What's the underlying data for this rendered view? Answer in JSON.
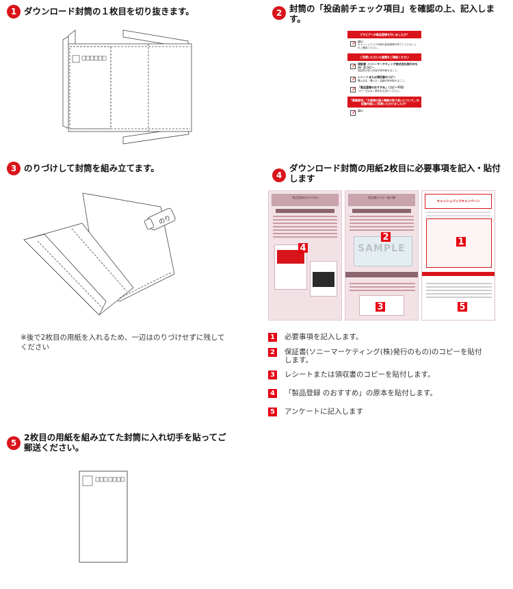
{
  "steps": [
    {
      "num": "1",
      "title": "ダウンロード封筒の１枚目を切り抜きます。"
    },
    {
      "num": "2",
      "title": "封筒の「投函前チェック項目」を確認の上、記入します。"
    },
    {
      "num": "3",
      "title": "のりづけして封筒を組み立てます。"
    },
    {
      "num": "4",
      "title": "ダウンロード封筒の用紙2枚目に必要事項を記入・貼付します"
    },
    {
      "num": "5",
      "title": "2枚目の用紙を組み立てた封筒に入れ切手を貼ってご郵送ください。"
    }
  ],
  "step3_note": "※後で2枚目の用紙を入れるため、一辺はのりづけせずに残してください",
  "glue_label": "のり",
  "checklist": {
    "header1": "プラビアへの製品登録を行いましたか？",
    "q1_label": "はい",
    "q1_sub": "キャッシュバック対象の製品登録が完了していることをご確認ください。",
    "header2": "ご用意いただいた書類をご確認ください",
    "items": [
      {
        "label": "保証書（ソニーマーケティング株式会社発行のもの）のコピー",
        "sub": "保証書の記入内容が読み取れること。"
      },
      {
        "label": "レシートまたは領収書のコピー",
        "sub": "購入店名・購入日・金額が読み取れること。"
      },
      {
        "label": "「製品登録のおすすめ」（コピー不可）",
        "sub": "コピーではなく原本をお送りください。"
      }
    ],
    "header3": "「募集要項」「お客様の個人情報の取り扱いについて」の記載内容にご同意いただけましたか？",
    "q3_label": "はい"
  },
  "pages": {
    "p1_title": "「製品登録のおすすめ」",
    "p2_title": "保証書のコピー貼付欄",
    "p3_title": "キャッシュバックキャンペーン",
    "sample": "SAMPLE"
  },
  "badges": [
    "1",
    "2",
    "3",
    "4",
    "5"
  ],
  "legend": [
    {
      "num": "1",
      "text": "必要事項を記入します。"
    },
    {
      "num": "2",
      "text": "保証書(ソニーマーケティング(株)発行のもの)のコピーを貼付します。"
    },
    {
      "num": "3",
      "text": "レシートまたは領収書のコピーを貼付します。"
    },
    {
      "num": "4",
      "text": "「製品登録 のおすすめ」の原本を貼付します。"
    },
    {
      "num": "5",
      "text": "アンケートに記入します"
    }
  ],
  "colors": {
    "accent": "#d9141a",
    "page_bg": "#f2e2e6"
  }
}
